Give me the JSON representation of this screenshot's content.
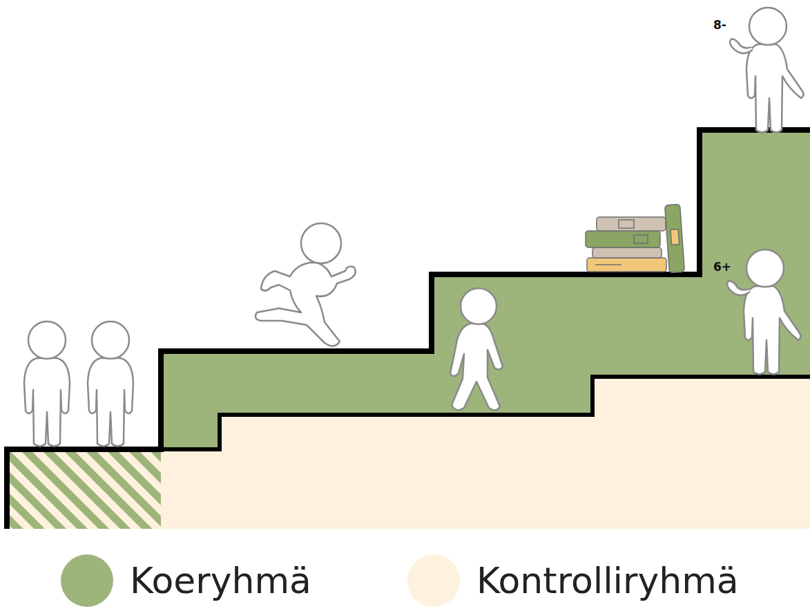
{
  "diagram": {
    "labels": [
      "8-",
      "6+"
    ],
    "legend": [
      {
        "text": "Koeryhmä",
        "color": "#9db47b"
      },
      {
        "text": "Kontrolliryhmä",
        "color": "#fef1dd"
      }
    ]
  }
}
